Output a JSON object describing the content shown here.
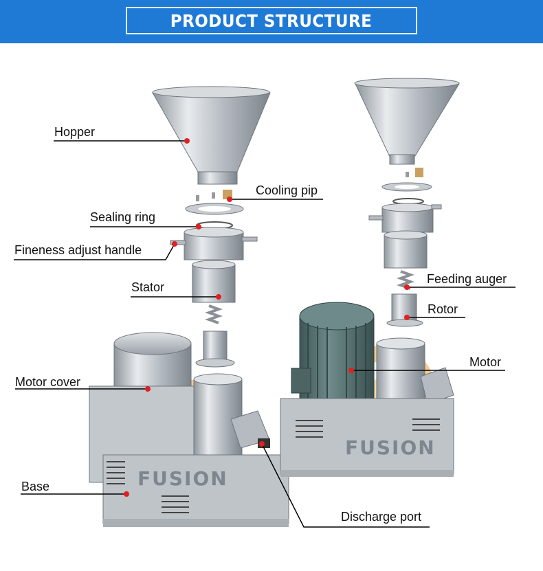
{
  "header": {
    "title": "PRODUCT STRUCTURE"
  },
  "labels": {
    "hopper": "Hopper",
    "cooling_pip": "Cooling pip",
    "sealing_ring": "Sealing ring",
    "fineness_adjust_handle": "Fineness adjust handle",
    "stator": "Stator",
    "feeding_auger": "Feeding auger",
    "rotor": "Rotor",
    "motor": "Motor",
    "motor_cover": "Motor cover",
    "base": "Base",
    "discharge_port": "Discharge port"
  },
  "watermark": {
    "text": "FUSION"
  },
  "colors": {
    "banner": "#1f7ad6",
    "metal": "#b9bfc5",
    "motor": "#5b7474",
    "leader": "#000000",
    "marker": "#e02020",
    "logo": "#f0a030"
  }
}
